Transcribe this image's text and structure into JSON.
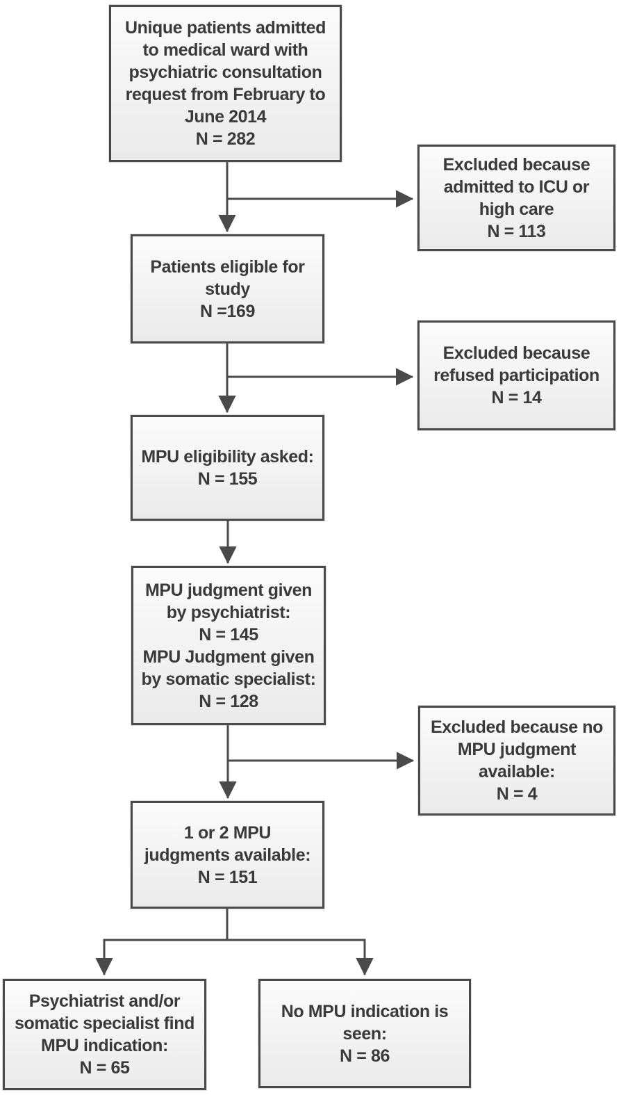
{
  "figure": {
    "type": "flowchart",
    "colors": {
      "box_border": "#4a4a4a",
      "box_fill": "#f2f2f2",
      "arrow": "#4a4a4a",
      "text": "#3a3a3a",
      "background": "#ffffff"
    },
    "nodes": {
      "admitted": {
        "text": "Unique patients admitted\nto medical ward with\npsychiatric consultation\nrequest from February to\nJune  2014\nN = 282",
        "n": 282
      },
      "excluded_icu": {
        "text": "Excluded because\nadmitted to ICU or\nhigh care\nN = 113",
        "n": 113
      },
      "eligible": {
        "text": "Patients eligible for\nstudy\nN =169",
        "n": 169
      },
      "excluded_refused": {
        "text": "Excluded because\nrefused participation\nN = 14",
        "n": 14
      },
      "mpu_eligibility_asked": {
        "text": "MPU eligibility asked:\nN = 155",
        "n": 155
      },
      "mpu_judgment_given": {
        "text": "MPU judgment given\nby psychiatrist:\nN = 145\nMPU Judgment given\nby somatic specialist:\nN = 128",
        "n_psychiatrist": 145,
        "n_somatic_specialist": 128
      },
      "excluded_no_judgment": {
        "text": "Excluded because no\nMPU judgment\navailable:\nN = 4",
        "n": 4
      },
      "judgments_available": {
        "text": "1 or 2 MPU\njudgments available:\nN = 151",
        "n": 151
      },
      "mpu_indication_found": {
        "text": "Psychiatrist and/or\nsomatic specialist find\nMPU indication:\nN = 65",
        "n": 65
      },
      "no_mpu_indication": {
        "text": "No MPU indication is\nseen:\nN = 86",
        "n": 86
      }
    },
    "edges": [
      {
        "from": "admitted",
        "to": "eligible"
      },
      {
        "from": "admitted",
        "to": "excluded_icu"
      },
      {
        "from": "eligible",
        "to": "mpu_eligibility_asked"
      },
      {
        "from": "eligible",
        "to": "excluded_refused"
      },
      {
        "from": "mpu_eligibility_asked",
        "to": "mpu_judgment_given"
      },
      {
        "from": "mpu_judgment_given",
        "to": "judgments_available"
      },
      {
        "from": "mpu_judgment_given",
        "to": "excluded_no_judgment"
      },
      {
        "from": "judgments_available",
        "to": "mpu_indication_found"
      },
      {
        "from": "judgments_available",
        "to": "no_mpu_indication"
      }
    ]
  }
}
